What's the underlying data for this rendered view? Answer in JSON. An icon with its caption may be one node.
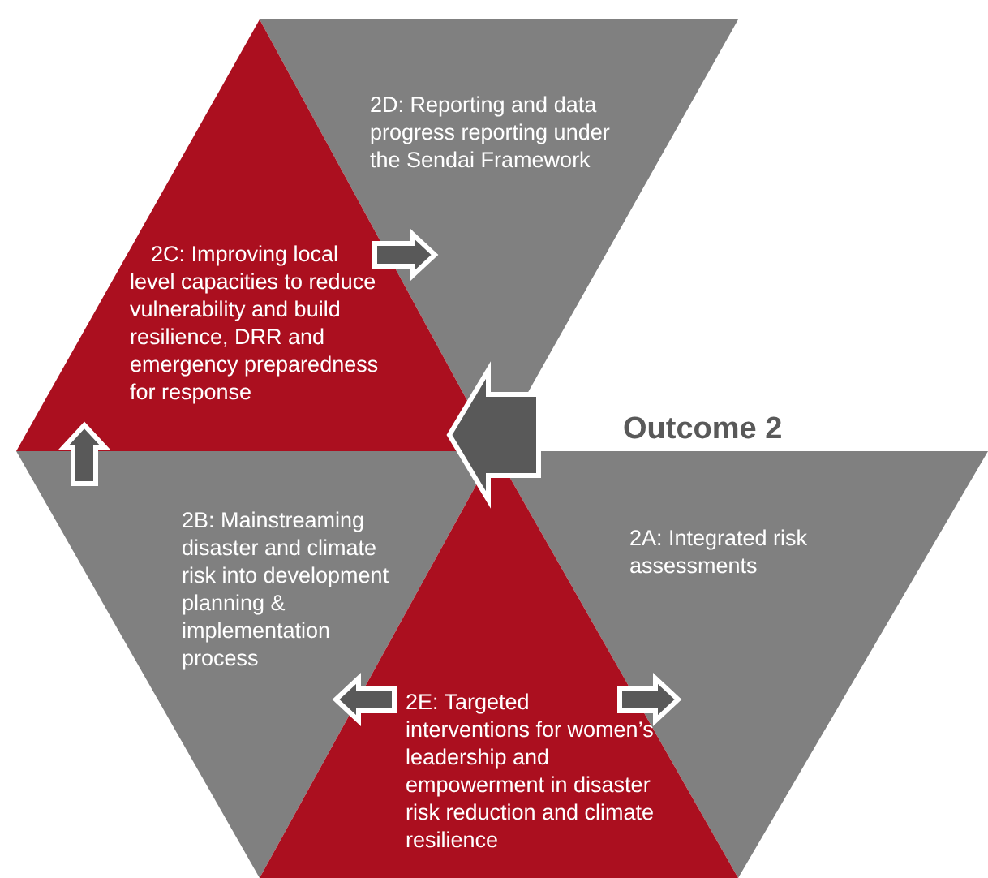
{
  "diagram": {
    "nodes": [
      {
        "text": [
          "2D: Reporting and data progress reporting under the Sendai Framework"
        ]
      },
      {
        "text": [
          "2C: Improving local level capacities to reduce vulnerability and build resilience, DRR and emergency preparedness for response"
        ]
      },
      {
        "text": [
          "Outcome 2"
        ]
      },
      {
        "text": [
          "2B: Mainstreaming disaster and climate risk into development planning & implementation process"
        ]
      },
      {
        "text": [
          "2A: Integrated risk assessments"
        ]
      },
      {
        "text": [
          "2E: Targeted interventions for women’s leadership and empowerment in disaster risk reduction and climate resilience"
        ]
      }
    ],
    "edges": [
      {
        "from": 1,
        "to": 0,
        "arrow": "to"
      },
      {
        "from": 3,
        "to": 1,
        "arrow": "to"
      },
      {
        "from": 5,
        "to": 3,
        "arrow": "to"
      },
      {
        "from": 5,
        "to": 4,
        "arrow": "to"
      },
      {
        "from": 2,
        "to": 1,
        "arrow": "to",
        "style": "thick"
      }
    ]
  }
}
